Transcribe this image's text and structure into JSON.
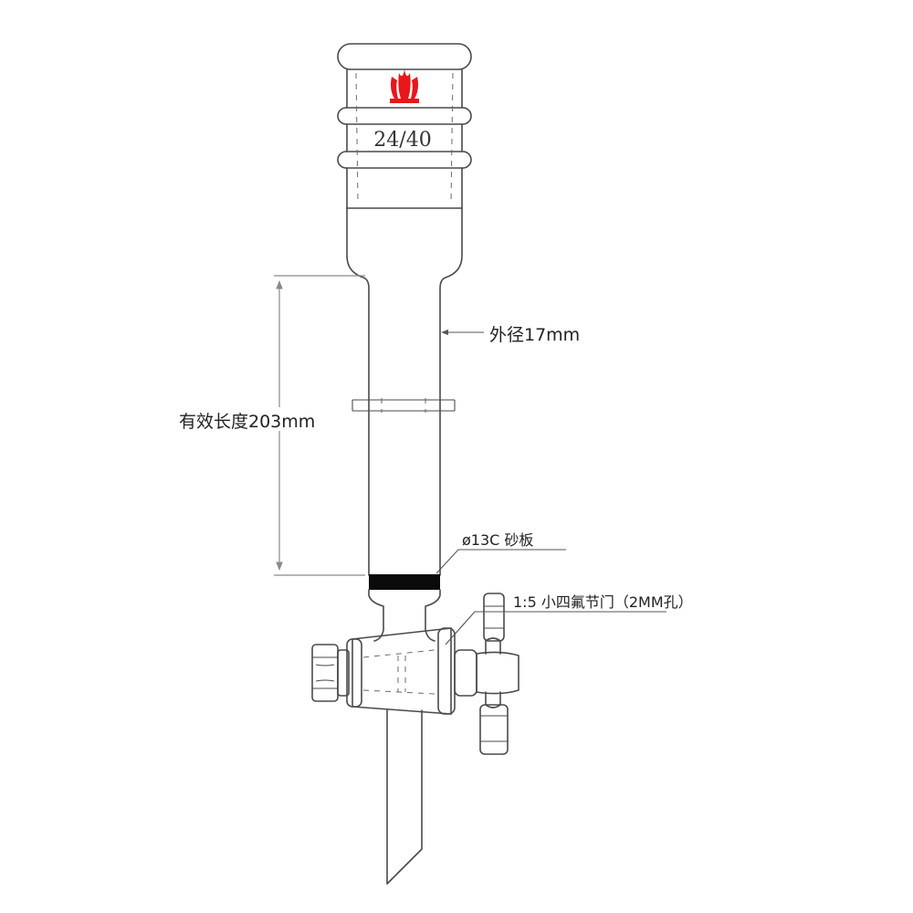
{
  "joint_size": "24/40",
  "outer_diameter_label": "外径17mm",
  "effective_length_label": "有效长度203mm",
  "frit_label": "ø13C 砂板",
  "stopcock_label": "1:5 小四氟节门（2MM孔）",
  "colors": {
    "logo": "#e8171b",
    "line": "#4a4a4a",
    "frit": "#0a0a0a",
    "dimension": "#8a8a8a"
  },
  "icons": [
    "logo-icon",
    "dimension-arrow-icon"
  ]
}
